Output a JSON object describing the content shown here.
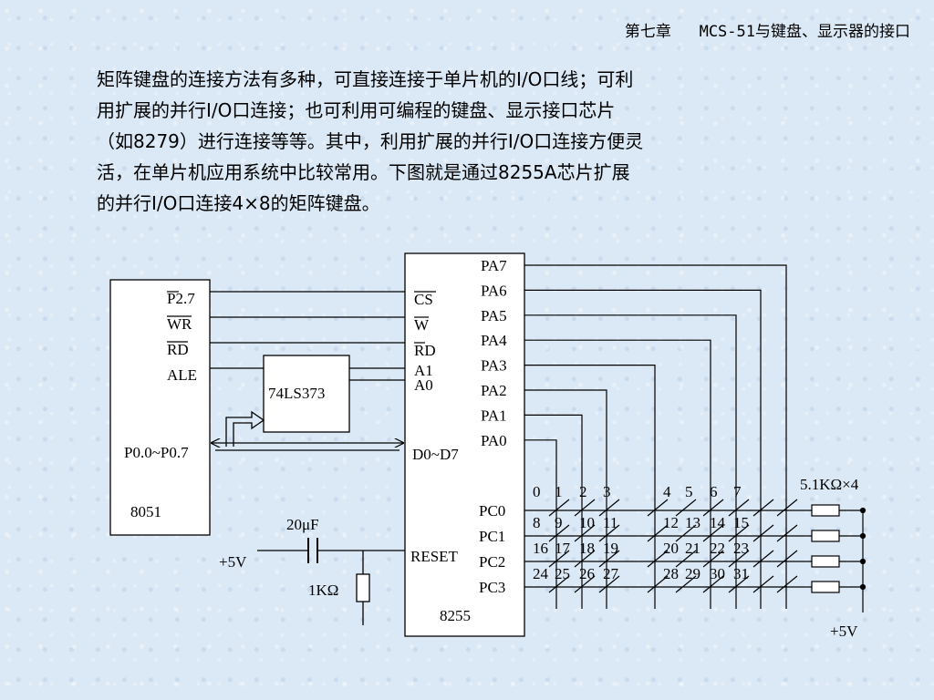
{
  "header": {
    "title": "第七章   MCS-51与键盘、显示器的接口"
  },
  "intro_lines": [
    "矩阵键盘的连接方法有多种，可直接连接于单片机的I/O口线；可利",
    "用扩展的并行I/O口连接；也可利用可编程的键盘、显示接口芯片",
    "（如8279）进行连接等等。其中，利用扩展的并行I/O口连接方便灵",
    "活，在单片机应用系统中比较常用。下图就是通过8255A芯片扩展",
    "的并行I/O口连接4×8的矩阵键盘。"
  ],
  "diagram": {
    "mcu": {
      "name": "8051",
      "pins": [
        "P2.7",
        "WR",
        "RD",
        "ALE"
      ],
      "bus_label": "P0.0~P0.7"
    },
    "latch": {
      "name": "74LS373"
    },
    "ppi": {
      "name": "8255",
      "left_pins": [
        "CS",
        "W",
        "RD",
        "A1",
        "A0",
        "D0~D7",
        "RESET"
      ],
      "pa_pins": [
        "PA7",
        "PA6",
        "PA5",
        "PA4",
        "PA3",
        "PA2",
        "PA1",
        "PA0"
      ],
      "pc_pins": [
        "PC0",
        "PC1",
        "PC2",
        "PC3"
      ]
    },
    "capacitor": "20μF",
    "resistor": "1KΩ",
    "vcc_left": "+5V",
    "vcc_right": "+5V",
    "pullups": "5.1KΩ×4",
    "key_rows": [
      [
        "0",
        "1",
        "2",
        "3",
        "4",
        "5",
        "6",
        "7"
      ],
      [
        "8",
        "9",
        "10",
        "11",
        "12",
        "13",
        "14",
        "15"
      ],
      [
        "16",
        "17",
        "18",
        "19",
        "20",
        "21",
        "22",
        "23"
      ],
      [
        "24",
        "25",
        "26",
        "27",
        "28",
        "29",
        "30",
        "31"
      ]
    ]
  }
}
